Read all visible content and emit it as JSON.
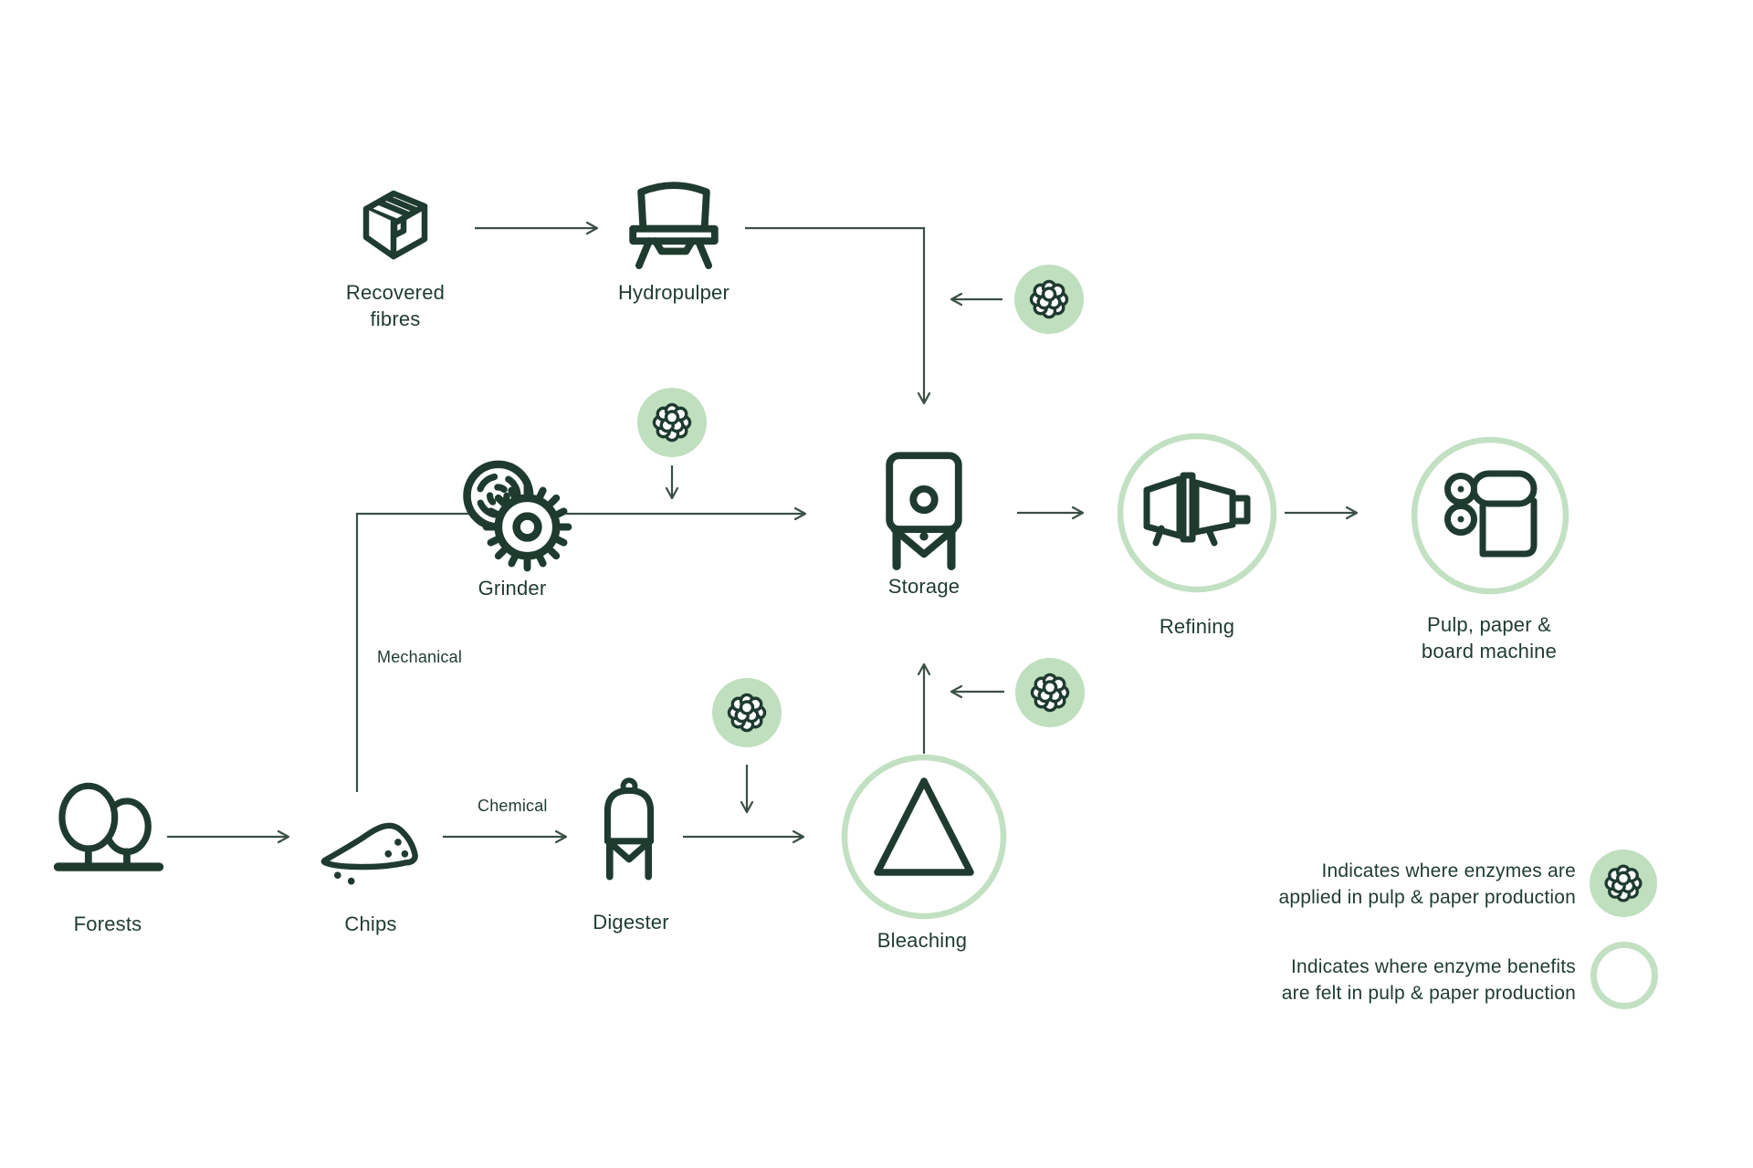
{
  "colors": {
    "ink": "#1f3b30",
    "line": "#3b4f45",
    "enzyme_fill": "#bfdfbe",
    "ring": "#c2e0c2"
  },
  "nodes": {
    "recovered_fibres": {
      "label": "Recovered\nfibres"
    },
    "hydropulper": {
      "label": "Hydropulper"
    },
    "grinder": {
      "label": "Grinder"
    },
    "storage": {
      "label": "Storage"
    },
    "refining": {
      "label": "Refining"
    },
    "pulp_paper_board": {
      "label": "Pulp, paper &\nboard machine"
    },
    "forests": {
      "label": "Forests"
    },
    "chips": {
      "label": "Chips"
    },
    "digester": {
      "label": "Digester"
    },
    "bleaching": {
      "label": "Bleaching"
    }
  },
  "edge_labels": {
    "mechanical": "Mechanical",
    "chemical": "Chemical"
  },
  "legend": {
    "enzymes_applied": "Indicates where enzymes are\napplied in pulp & paper production",
    "enzyme_benefits": "Indicates where enzyme benefits\nare felt in pulp & paper production"
  }
}
